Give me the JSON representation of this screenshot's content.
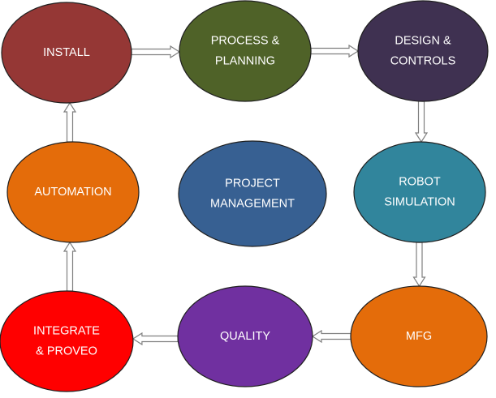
{
  "nodes": [
    {
      "id": "install",
      "lines": [
        "INSTALL"
      ],
      "color": "#953735"
    },
    {
      "id": "process-planning",
      "lines": [
        "PROCESS &",
        "PLANNING"
      ],
      "color": "#4f6228"
    },
    {
      "id": "design-controls",
      "lines": [
        "DESIGN &",
        "CONTROLS"
      ],
      "color": "#3f3151"
    },
    {
      "id": "robot-simulation",
      "lines": [
        "ROBOT",
        "SIMULATION"
      ],
      "color": "#31859c"
    },
    {
      "id": "mfg",
      "lines": [
        "MFG"
      ],
      "color": "#e46c0a"
    },
    {
      "id": "quality",
      "lines": [
        "QUALITY"
      ],
      "color": "#7030a0"
    },
    {
      "id": "integrate-proveo",
      "lines": [
        "INTEGRATE",
        "& PROVEO"
      ],
      "color": "#ff0000"
    },
    {
      "id": "automation",
      "lines": [
        "AUTOMATION"
      ],
      "color": "#e46c0a"
    },
    {
      "id": "project-management",
      "lines": [
        "PROJECT",
        "MANAGEMENT"
      ],
      "color": "#376092"
    }
  ],
  "edges": [
    {
      "from": "install",
      "to": "process-planning"
    },
    {
      "from": "process-planning",
      "to": "design-controls"
    },
    {
      "from": "design-controls",
      "to": "robot-simulation"
    },
    {
      "from": "robot-simulation",
      "to": "mfg"
    },
    {
      "from": "mfg",
      "to": "quality"
    },
    {
      "from": "quality",
      "to": "integrate-proveo"
    },
    {
      "from": "integrate-proveo",
      "to": "automation"
    },
    {
      "from": "automation",
      "to": "install"
    }
  ]
}
